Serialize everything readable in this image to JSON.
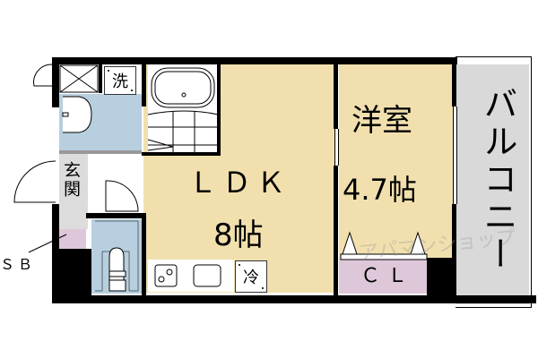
{
  "floor_plan": {
    "layout_type": "1LDK",
    "colors": {
      "ldk_floor": "#f1e0ae",
      "wet_area": "#b7cfdf",
      "storage": "#ddc7d8",
      "balcony": "#d9d9d9",
      "entrance": "#dcdcdc",
      "wall": "#000000"
    },
    "rooms": {
      "ldk": {
        "name": "ＬＤＫ",
        "size": "8帖"
      },
      "western_room": {
        "name": "洋室",
        "size": "4.7帖"
      },
      "balcony": {
        "name": "バルコニー"
      },
      "entrance": {
        "name": "玄関"
      },
      "closet": {
        "name": "ＣＬ"
      },
      "shoe_box": {
        "name": "ＳＢ"
      }
    },
    "fixtures": {
      "washer": "洗",
      "fridge": "冷"
    },
    "watermark": "アパマンショップ"
  }
}
